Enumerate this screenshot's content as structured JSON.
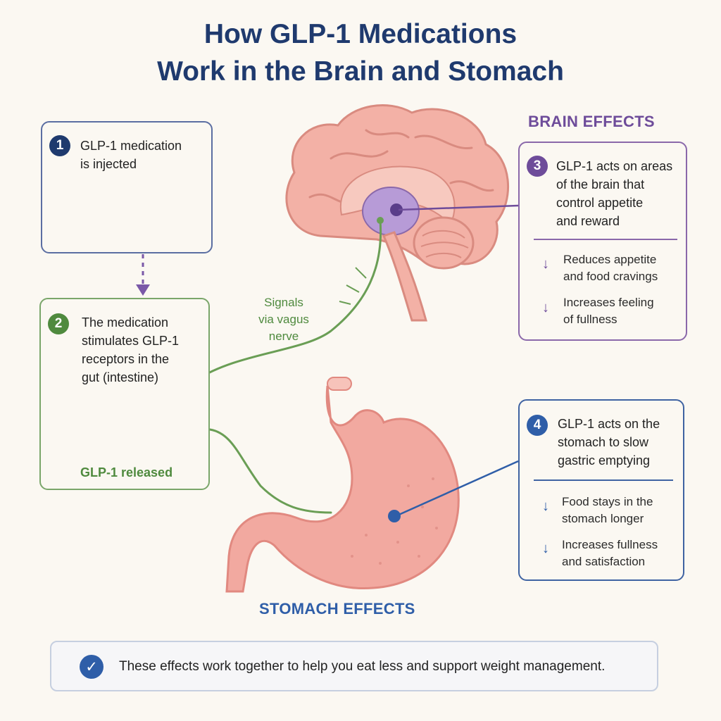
{
  "title": {
    "line1": "How GLP-1 Medications",
    "line2": "Work in the Brain and Stomach"
  },
  "colors": {
    "navy": "#1f3a6e",
    "blue": "#2f5ea8",
    "green": "#4f8a3e",
    "purple": "#6e4c9a",
    "organ_pink": "#f2a9a0"
  },
  "step1": {
    "number": "1",
    "line1": "GLP-1 medication",
    "line2": "is injected"
  },
  "step2": {
    "number": "2",
    "line1": "The medication",
    "line2": "stimulates GLP-1",
    "line3": "receptors in the",
    "line4": "gut (intestine)",
    "released": "GLP-1 released"
  },
  "nerve": {
    "line1": "Signals",
    "line2": "via vagus",
    "line3": "nerve"
  },
  "brain": {
    "heading": "BRAIN EFFECTS",
    "number": "3",
    "line1": "GLP-1 acts on areas",
    "line2": "of the brain that",
    "line3": "control appetite",
    "line4": "and reward",
    "effects": [
      {
        "line1": "Reduces appetite",
        "line2": "and food cravings"
      },
      {
        "line1": "Increases feeling",
        "line2": "of fullness"
      }
    ]
  },
  "stomach": {
    "heading": "STOMACH EFFECTS",
    "number": "4",
    "line1": "GLP-1 acts on the",
    "line2": "stomach to slow",
    "line3": "gastric emptying",
    "effects": [
      {
        "line1": "Food stays in the",
        "line2": "stomach longer"
      },
      {
        "line1": "Increases fullness",
        "line2": "and satisfaction"
      }
    ]
  },
  "footer": {
    "text": "These effects work together to help you eat less and support weight management."
  },
  "icons": {
    "arrow": "↓",
    "check": "✓",
    "pen": "injection-pen-icon",
    "brain": "brain-icon",
    "intestine": "intestine-icon",
    "stomach": "stomach-icon"
  }
}
